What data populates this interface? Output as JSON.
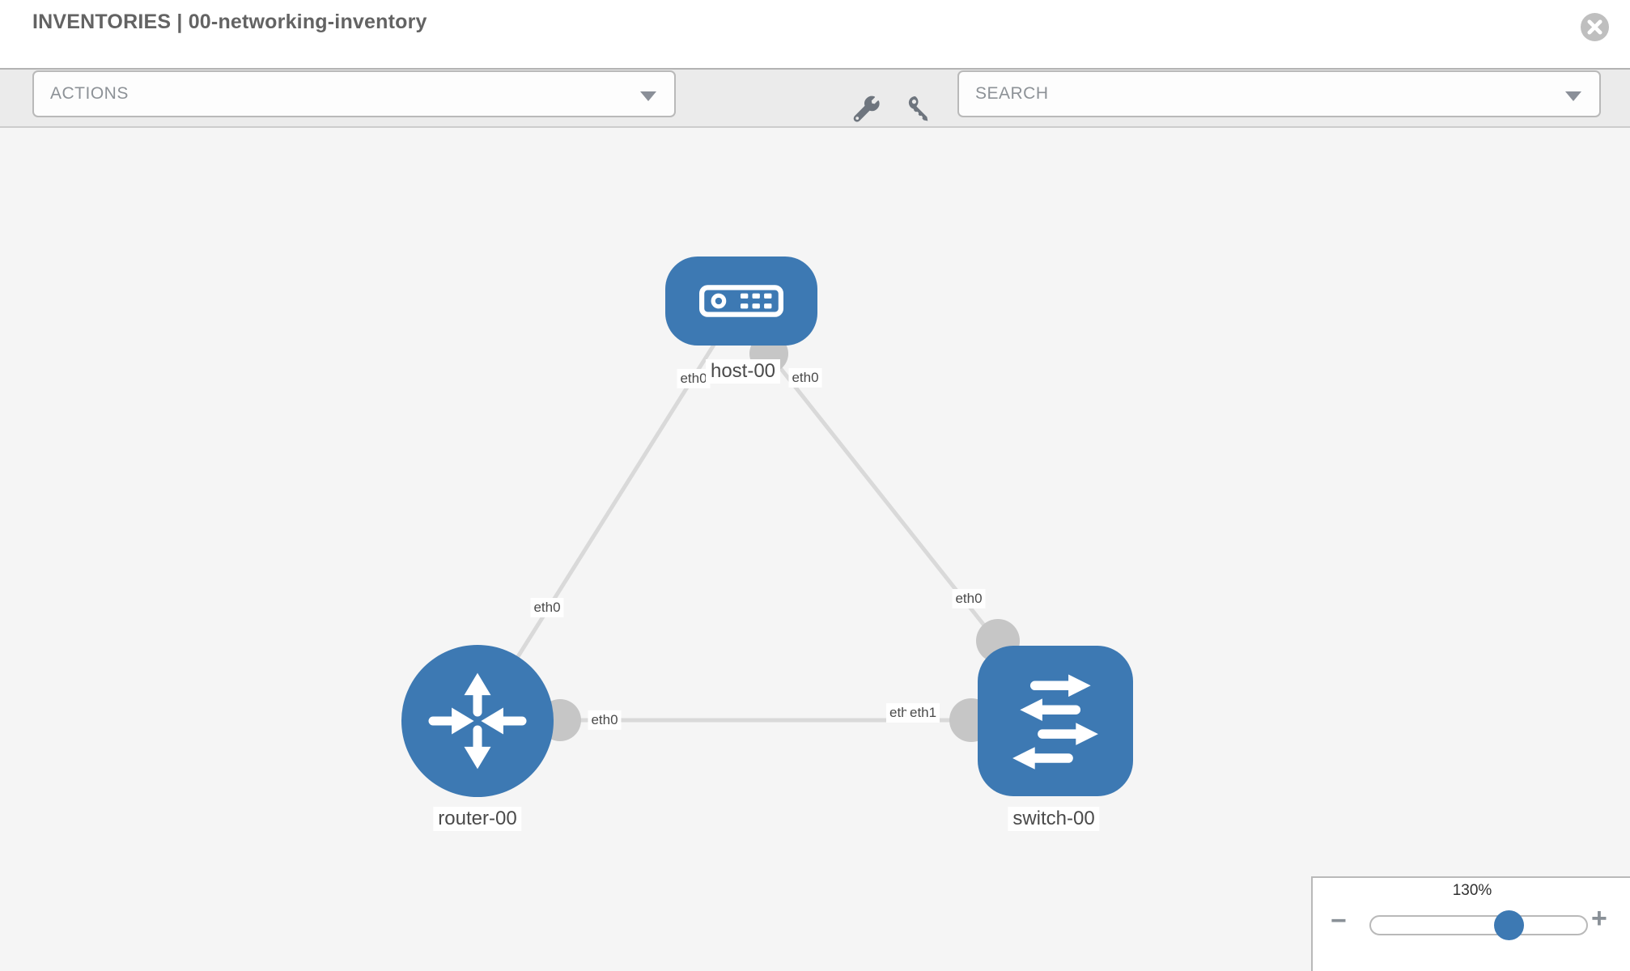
{
  "header": {
    "title": "INVENTORIES | 00-networking-inventory"
  },
  "toolbar": {
    "actions_label": "ACTIONS",
    "search_placeholder": "SEARCH",
    "icons": [
      "wrench-icon",
      "key-icon"
    ]
  },
  "topology": {
    "nodes": [
      {
        "label": "host-00",
        "type": "host"
      },
      {
        "label": "router-00",
        "type": "router"
      },
      {
        "label": "switch-00",
        "type": "switch"
      }
    ],
    "links": [
      {
        "from": "host-00",
        "to": "router-00",
        "from_label": "eth0",
        "to_label": "eth0"
      },
      {
        "from": "host-00",
        "to": "switch-00",
        "from_label": "eth0",
        "to_label": "eth0"
      },
      {
        "from": "router-00",
        "to": "switch-00",
        "from_label": "eth0",
        "to_labels": [
          "eth1",
          "eth1"
        ]
      }
    ]
  },
  "zoom_control": {
    "value": "130%",
    "minus_label": "−",
    "plus_label": "+"
  },
  "colors": {
    "node_blue": "#3d79b3",
    "link_gray": "#d9d9d9",
    "port_gray": "#c6c6c6",
    "canvas_bg": "#f5f5f5",
    "toolbar_bg": "#ebebeb"
  }
}
